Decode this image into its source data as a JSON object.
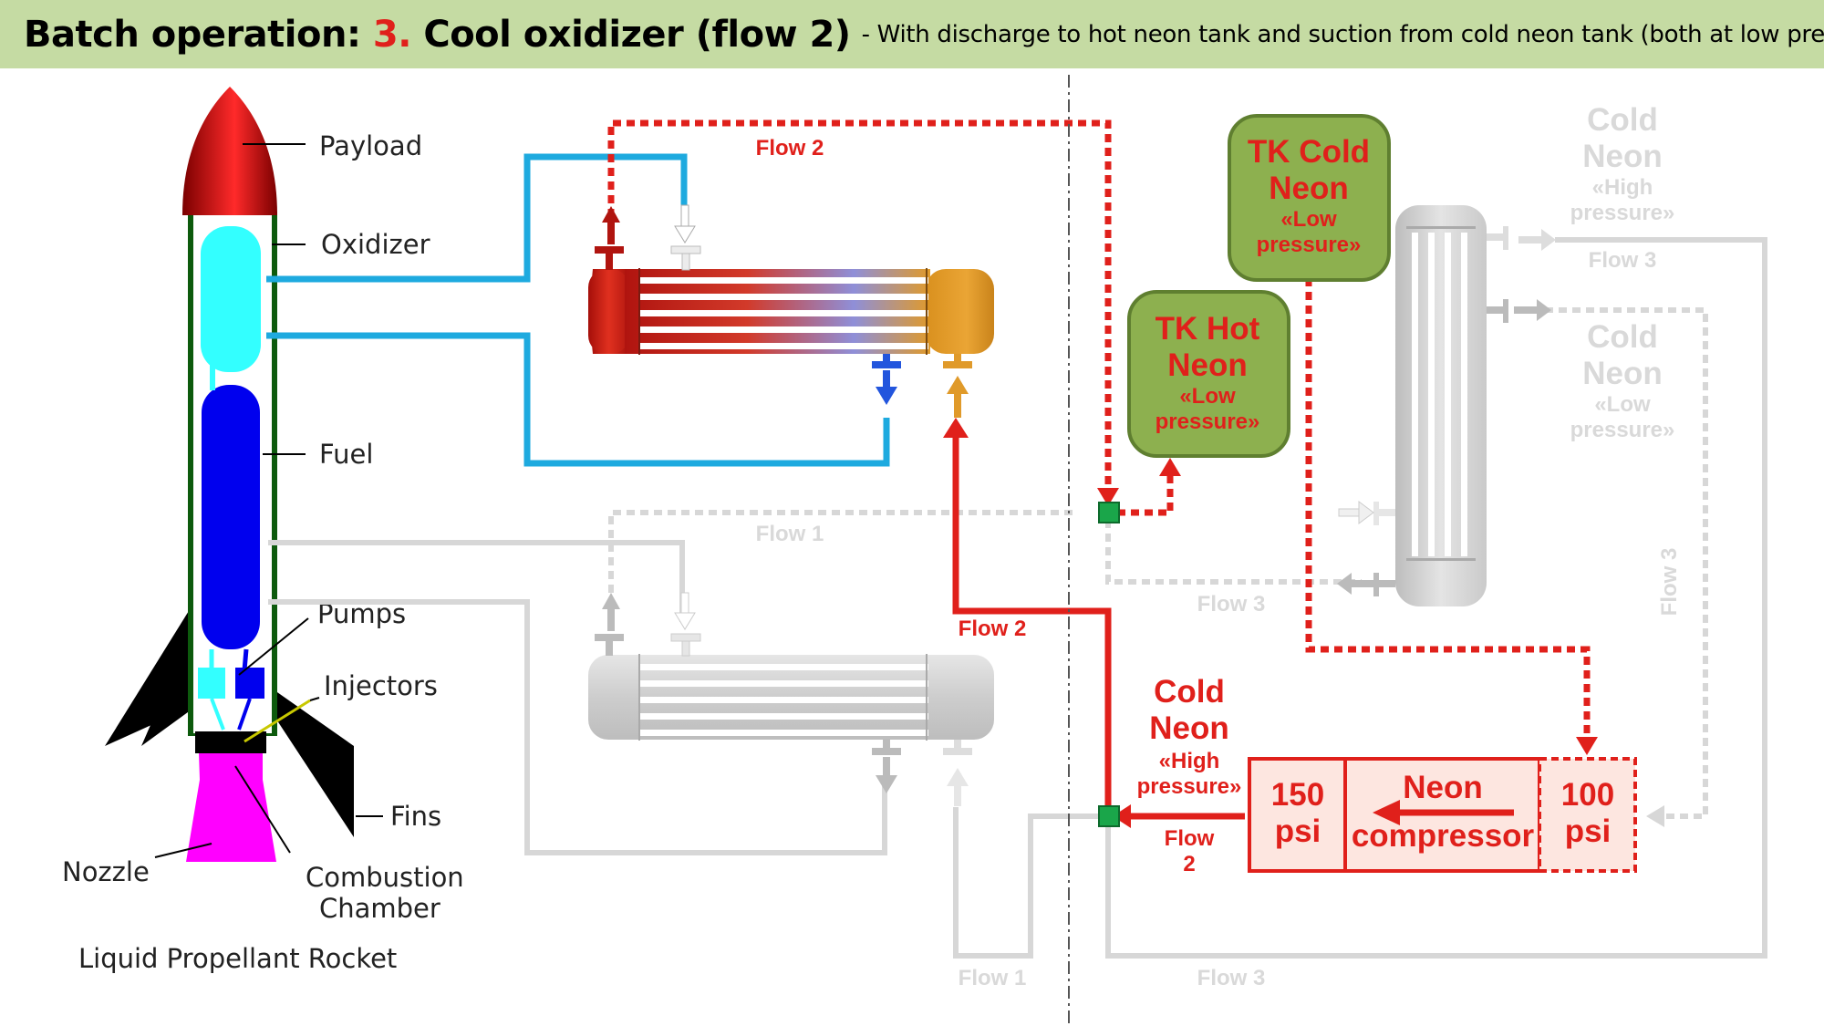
{
  "header": {
    "title_prefix": "Batch operation: ",
    "step_number": "3.",
    "title_suffix": " Cool oxidizer (flow 2)",
    "subtitle": "- With discharge to hot neon tank and suction from cold neon tank (both at low pressure)"
  },
  "rocket": {
    "labels": {
      "payload": "Payload",
      "oxidizer": "Oxidizer",
      "fuel": "Fuel",
      "pumps": "Pumps",
      "injectors": "Injectors",
      "fins": "Fins",
      "nozzle": "Nozzle",
      "combustion_1": "Combustion",
      "combustion_2": "Chamber"
    },
    "caption": "Liquid  Propellant  Rocket"
  },
  "flows": {
    "flow2_top": "Flow 2",
    "flow1_mid": "Flow 1",
    "flow2_mid": "Flow 2",
    "flow3_mid": "Flow 3",
    "flow1_bottom": "Flow 1",
    "flow3_bottom": "Flow 3",
    "flow3_right_top": "Flow 3",
    "flow3_vertical": "Flow 3",
    "flow2_comp_1": "Flow",
    "flow2_comp_2": "2"
  },
  "tanks": {
    "cold": {
      "l1": "TK Cold",
      "l2": "Neon",
      "l3": "«Low",
      "l4": "pressure»"
    },
    "hot": {
      "l1": "TK Hot",
      "l2": "Neon",
      "l3": "«Low",
      "l4": "pressure»"
    }
  },
  "states": {
    "cold_high_right": {
      "l1": "Cold",
      "l2": "Neon",
      "l3": "«High",
      "l4": "pressure»"
    },
    "cold_low_right": {
      "l1": "Cold",
      "l2": "Neon",
      "l3": "«Low",
      "l4": "pressure»"
    },
    "cold_high_left": {
      "l1": "Cold",
      "l2": "Neon",
      "l3": "«High",
      "l4": "pressure»"
    }
  },
  "compressor": {
    "out_1": "150",
    "out_2": "psi",
    "name_1": "Neon",
    "name_2": "compressor",
    "in_1": "100",
    "in_2": "psi"
  },
  "colors": {
    "header_bg": "#c5dba3",
    "active_red": "#e0201b",
    "oxidizer_line": "#1eaadf",
    "tank_green": "#8db04f",
    "inactive_gray": "#d7d7d7"
  }
}
